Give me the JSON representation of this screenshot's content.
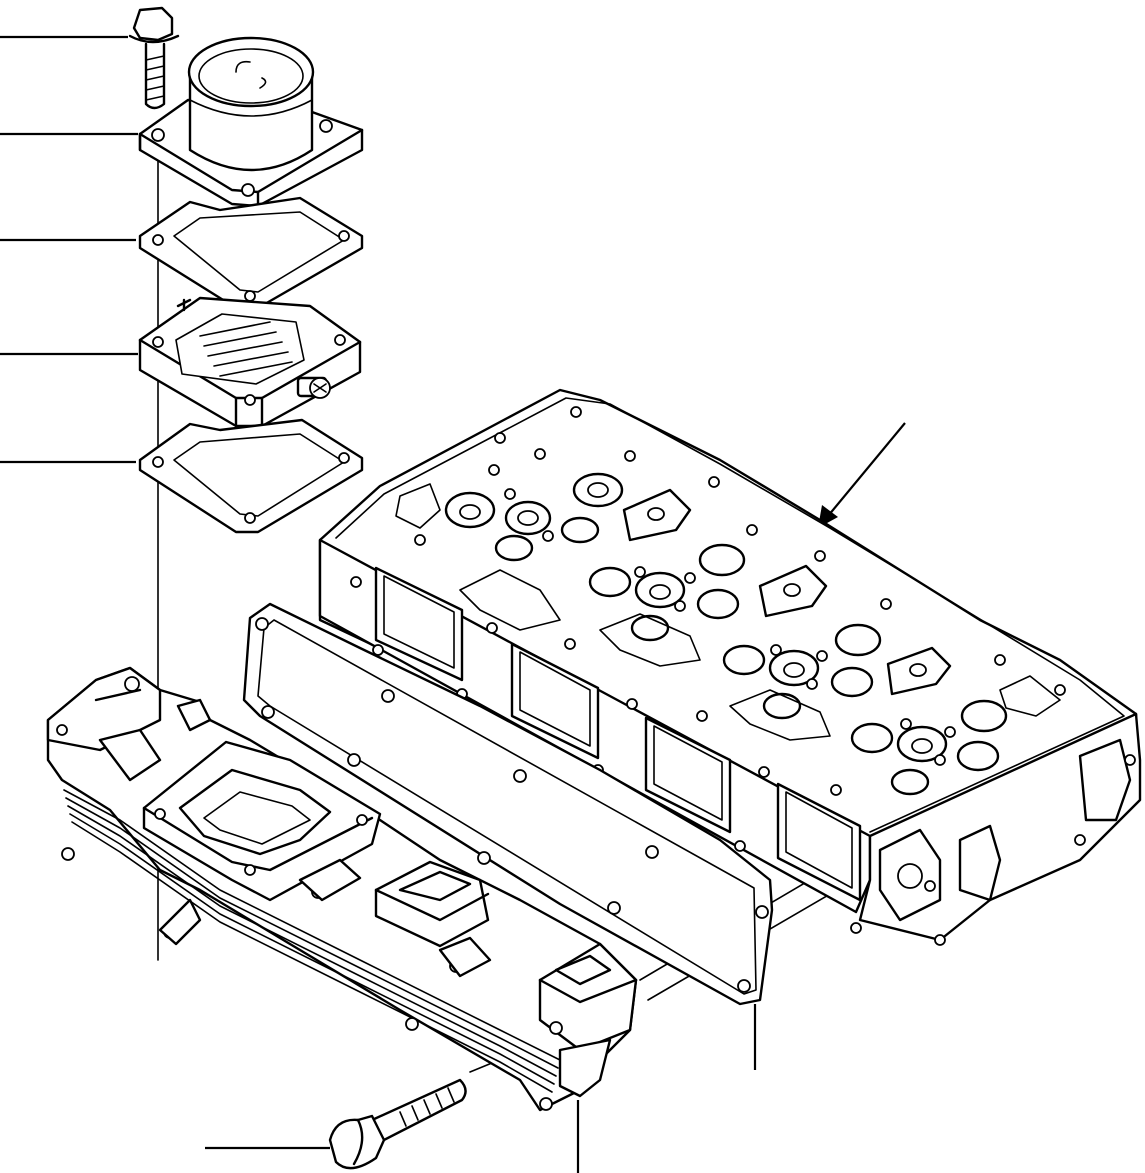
{
  "figure": {
    "labels": []
  },
  "parts": [
    {
      "id": "flange-bolt",
      "icon": "bolt-icon"
    },
    {
      "id": "intake-connector",
      "icon": "connector-icon"
    },
    {
      "id": "upper-gasket",
      "icon": "gasket-icon"
    },
    {
      "id": "intake-heater",
      "icon": "heater-icon"
    },
    {
      "id": "lower-gasket",
      "icon": "gasket-icon"
    },
    {
      "id": "cylinder-head",
      "icon": "cylinder-head-icon"
    },
    {
      "id": "manifold-gasket",
      "icon": "gasket-icon"
    },
    {
      "id": "intake-manifold",
      "icon": "manifold-icon"
    },
    {
      "id": "manifold-bolt",
      "icon": "bolt-icon"
    }
  ]
}
